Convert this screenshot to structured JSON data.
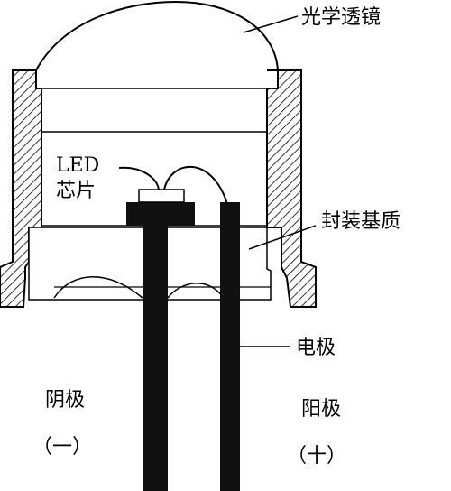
{
  "labels": {
    "lens": "光学透镜",
    "led_line1": "LED",
    "led_line2": "芯片",
    "encapsulant": "封装基质",
    "electrode": "电极",
    "cathode": "阴极",
    "cathode_sign": "（一）",
    "anode": "阳极",
    "anode_sign": "（十）"
  },
  "colors": {
    "line": "#000000",
    "fill": "#ffffff",
    "lead": "#111111"
  }
}
